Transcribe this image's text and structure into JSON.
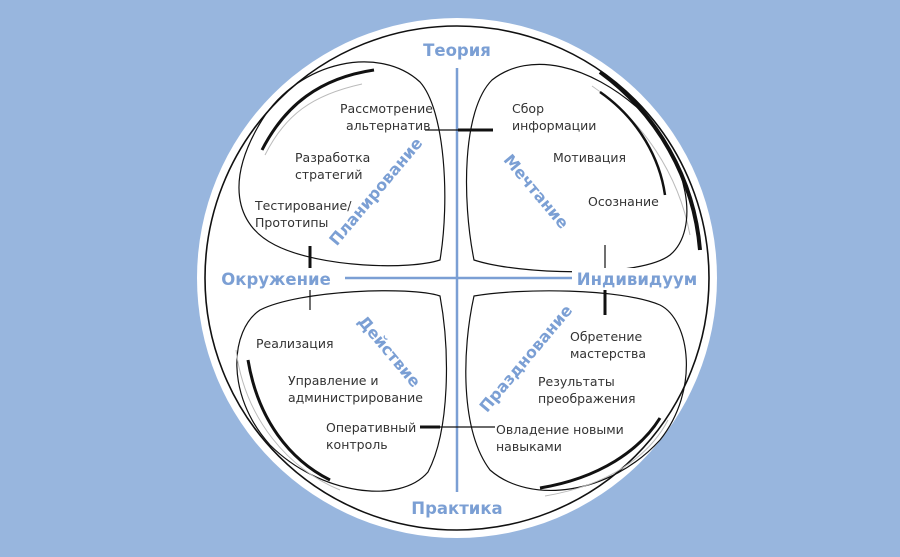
{
  "colors": {
    "background": "#98b6de",
    "accent": "#7b9fd4",
    "circle_fill": "#ffffff",
    "line": "#111111"
  },
  "axes": {
    "top": "Теория",
    "bottom": "Практика",
    "left": "Окружение",
    "right": "Индивидуум"
  },
  "quadrants": {
    "top_left": {
      "phase": "Планирование",
      "items": [
        {
          "line1": "Рассмотрение",
          "line2": "альтернатив"
        },
        {
          "line1": "Разработка",
          "line2": "стратегий"
        },
        {
          "line1": "Тестирование/",
          "line2": "Прототипы"
        }
      ]
    },
    "top_right": {
      "phase": "Мечтание",
      "items": [
        {
          "line1": "Сбор",
          "line2": "информации"
        },
        {
          "line1": "Мотивация",
          "line2": ""
        },
        {
          "line1": "Осознание",
          "line2": ""
        }
      ]
    },
    "bottom_left": {
      "phase": "Действие",
      "items": [
        {
          "line1": "Реализация",
          "line2": ""
        },
        {
          "line1": "Управление и",
          "line2": "администрирование"
        },
        {
          "line1": "Оперативный",
          "line2": "контроль"
        }
      ]
    },
    "bottom_right": {
      "phase": "Празднование",
      "items": [
        {
          "line1": "Обретение",
          "line2": "мастерства"
        },
        {
          "line1": "Результаты",
          "line2": "преображения"
        },
        {
          "line1": "Овладение новыми",
          "line2": "навыками"
        }
      ]
    }
  }
}
